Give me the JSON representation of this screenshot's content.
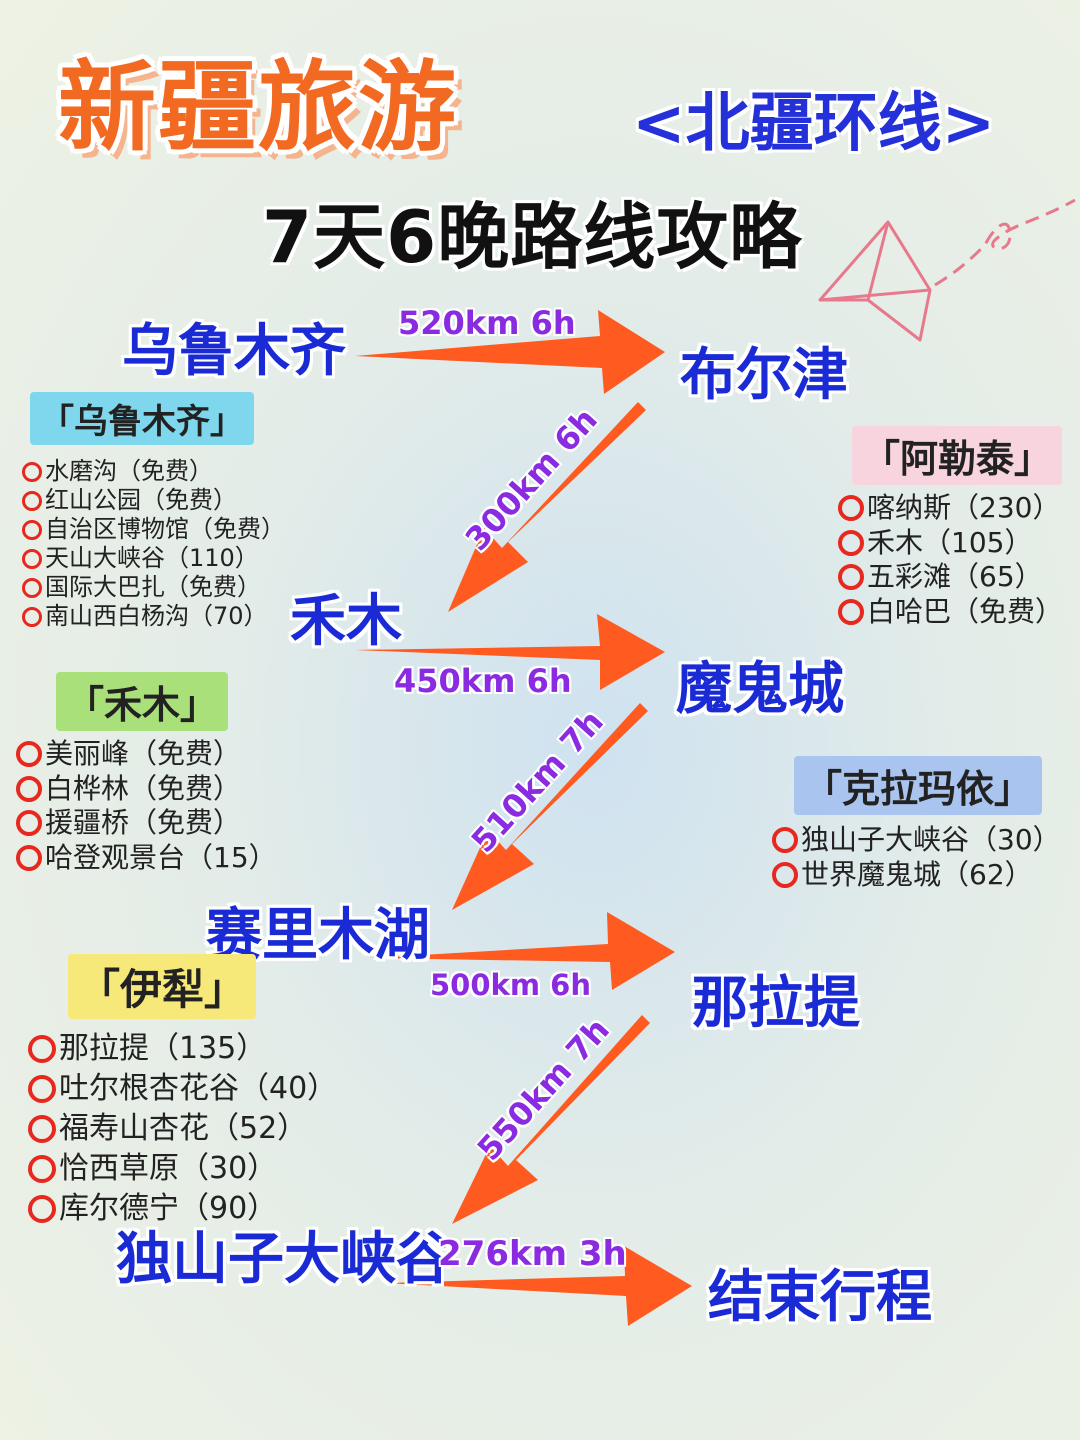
{
  "title": {
    "main": "新疆旅游",
    "sub": "<北疆环线>",
    "days": "7天6晚路线攻略"
  },
  "route": {
    "cities": [
      "乌鲁木齐",
      "布尔津",
      "禾木",
      "魔鬼城",
      "赛里木湖",
      "那拉提",
      "独山子大峡谷",
      "结束行程"
    ],
    "legs": [
      "520km 6h",
      "300km 6h",
      "450km 6h",
      "510km 7h",
      "500km 6h",
      "550km 7h",
      "276km 3h"
    ]
  },
  "colors": {
    "title_orange": "#f26a22",
    "city_blue": "#1a2bd6",
    "distance_purple": "#8a2be2",
    "arrow_orange": "#ff5a1f",
    "bullet_red": "#e8281e"
  },
  "sections": {
    "urumqi": {
      "header": "「乌鲁木齐」",
      "highlight": "#7fd7ee",
      "items": [
        "水磨沟（免费）",
        "红山公园（免费）",
        "自治区博物馆（免费）",
        "天山大峡谷（110）",
        "国际大巴扎（免费）",
        "南山西白杨沟（70）"
      ]
    },
    "altay": {
      "header": "「阿勒泰」",
      "highlight": "#f7d4de",
      "items": [
        "喀纳斯（230）",
        "禾木（105）",
        "五彩滩（65）",
        "白哈巴（免费）"
      ]
    },
    "hemu": {
      "header": "「禾木」",
      "highlight": "#a9e07a",
      "items": [
        "美丽峰（免费）",
        "白桦林（免费）",
        "援疆桥（免费）",
        "哈登观景台（15）"
      ]
    },
    "karamay": {
      "header": "「克拉玛依」",
      "highlight": "#a9c4ef",
      "items": [
        "独山子大峡谷（30）",
        "世界魔鬼城（62）"
      ]
    },
    "yili": {
      "header": "「伊犁」",
      "highlight": "#f7e87a",
      "items": [
        "那拉提（135）",
        "吐尔根杏花谷（40）",
        "福寿山杏花（52）",
        "恰西草原（30）",
        "库尔德宁（90）"
      ]
    }
  },
  "icons": {
    "bullet": "red-circle-icon",
    "decoration": "paper-plane-icon"
  }
}
